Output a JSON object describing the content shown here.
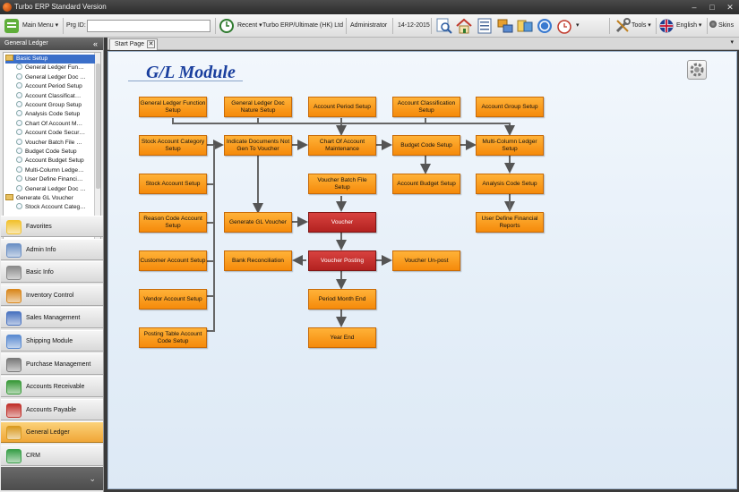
{
  "window": {
    "title": "Turbo ERP Standard Version",
    "min": "–",
    "max": "□",
    "close": "✕"
  },
  "toolbar": {
    "main_menu": "Main Menu",
    "prg_id_label": "Prg ID:",
    "prg_id_value": "",
    "recent": "Recent",
    "company": "Turbo ERP/Ultimate (HK) Ltd",
    "user": "Administrator",
    "date": "14-12-2015",
    "tools": "Tools",
    "language": "English",
    "skins": "Skins"
  },
  "left_panel": {
    "header": "General Ledger",
    "collapse": "«",
    "tree": [
      {
        "label": "Basic Setup",
        "type": "folder",
        "level": 0,
        "selected": true
      },
      {
        "label": "General Ledger Fun…",
        "type": "item",
        "level": 1
      },
      {
        "label": "General Ledger Doc …",
        "type": "item",
        "level": 1
      },
      {
        "label": "Account Period Setup",
        "type": "item",
        "level": 1
      },
      {
        "label": "Account Classificat…",
        "type": "item",
        "level": 1
      },
      {
        "label": "Account Group Setup",
        "type": "item",
        "level": 1
      },
      {
        "label": "Analysis Code Setup",
        "type": "item",
        "level": 1
      },
      {
        "label": "Chart Of Account M…",
        "type": "item",
        "level": 1
      },
      {
        "label": "Account Code Secur…",
        "type": "item",
        "level": 1
      },
      {
        "label": "Voucher Batch File …",
        "type": "item",
        "level": 1
      },
      {
        "label": "Budget Code Setup",
        "type": "item",
        "level": 1
      },
      {
        "label": "Account Budget Setup",
        "type": "item",
        "level": 1
      },
      {
        "label": "Multi-Column Ledge…",
        "type": "item",
        "level": 1
      },
      {
        "label": "User Define Financi…",
        "type": "item",
        "level": 1
      },
      {
        "label": "General Ledger Doc …",
        "type": "item",
        "level": 1
      },
      {
        "label": "Generate GL Voucher",
        "type": "folder",
        "level": 0
      },
      {
        "label": "Stock Account Categ…",
        "type": "item",
        "level": 1
      }
    ],
    "modules": [
      {
        "label": "Favorites",
        "color": "#f2c230",
        "active": false
      },
      {
        "label": "Admin Info",
        "color": "#6b8fc4",
        "active": false
      },
      {
        "label": "Basic Info",
        "color": "#8a8a8a",
        "active": false
      },
      {
        "label": "Inventory Control",
        "color": "#d9881e",
        "active": false
      },
      {
        "label": "Sales Management",
        "color": "#4a73c0",
        "active": false
      },
      {
        "label": "Shipping Module",
        "color": "#5a8ad0",
        "active": false
      },
      {
        "label": "Purchase Management",
        "color": "#7a7a7a",
        "active": false
      },
      {
        "label": "Accounts Receivable",
        "color": "#3a9a3a",
        "active": false
      },
      {
        "label": "Accounts Payable",
        "color": "#c0302a",
        "active": false
      },
      {
        "label": "General Ledger",
        "color": "#d99a20",
        "active": true
      },
      {
        "label": "CRM",
        "color": "#3aa04a",
        "active": false
      }
    ],
    "more": "⌄"
  },
  "tabs": [
    {
      "label": "Start Page",
      "close": "✕"
    }
  ],
  "module_title": "G/L Module",
  "flow": {
    "gl_function": "General Ledger Function Setup",
    "gl_doc_nature": "General Ledger Doc Nature Setup",
    "account_period": "Account Period Setup",
    "account_class": "Account Classification Setup",
    "account_group": "Account Group Setup",
    "stock_category": "Stock Account Category Setup",
    "indicate_docs": "Indicate Documents Not Gen To Voucher",
    "chart_of_account": "Chart Of Account Maintenance",
    "budget_code": "Budget Code Setup",
    "multi_column": "Multi-Column Ledger Setup",
    "stock_account": "Stock Account Setup",
    "voucher_batch": "Voucher Batch File Setup",
    "account_budget": "Account Budget Setup",
    "analysis_code": "Analysis Code Setup",
    "reason_code": "Reason Code Account Setup",
    "generate_gl": "Generate GL Voucher",
    "voucher": "Voucher",
    "user_define": "User Define Financial Reports",
    "customer_account": "Customer Account Setup",
    "bank_recon": "Bank Reconciliation",
    "voucher_posting": "Voucher Posting",
    "voucher_unpost": "Voucher Un-post",
    "vendor_account": "Vendor Account Setup",
    "period_month_end": "Period Month End",
    "posting_table": "Posting Table Account Code Setup",
    "year_end": "Year End"
  }
}
